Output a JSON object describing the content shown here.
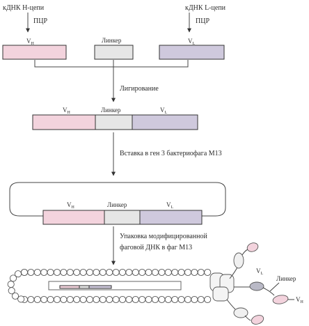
{
  "top": {
    "h_chain_cdna": "кДНК Н-цепи",
    "l_chain_cdna": "кДНК L-цепи",
    "pcr_left": "ПЦР",
    "pcr_right": "ПЦР"
  },
  "labels": {
    "vh": "V",
    "vh_sub": "H",
    "vl": "V",
    "vl_sub": "L",
    "linker": "Линкер"
  },
  "steps": {
    "ligation": "Лигирование",
    "insertion": "Вставка в ген 3 бактериофага М13",
    "packaging_line1": "Упаковка модифицированной",
    "packaging_line2": "фаговой ДНК в фаг М13"
  },
  "phage": {
    "vl": "V",
    "vl_sub": "L",
    "linker": "Линкер",
    "vh": "V",
    "vh_sub": "H"
  }
}
